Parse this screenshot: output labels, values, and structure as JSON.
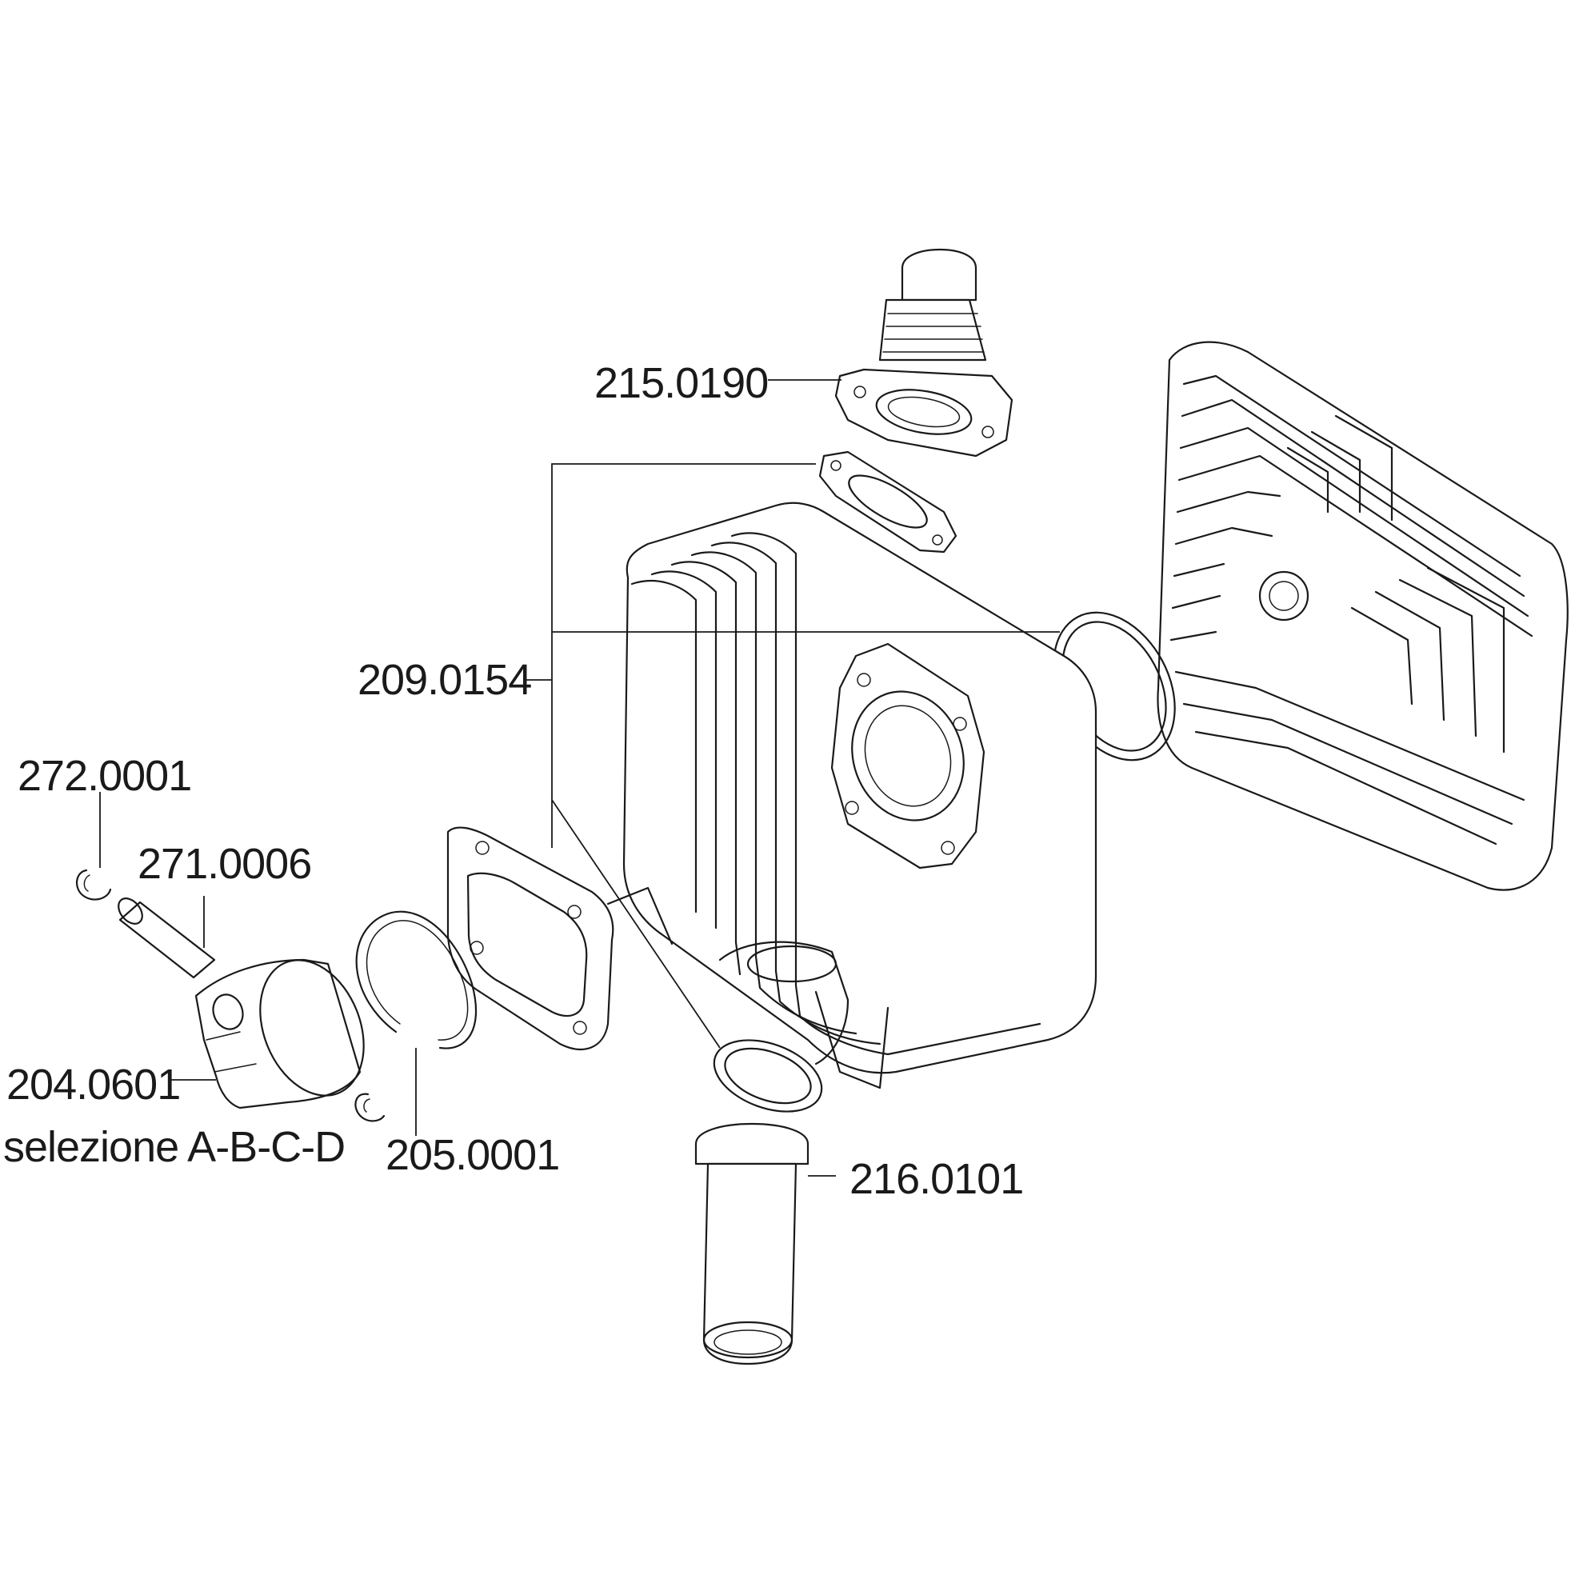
{
  "labels": {
    "intake_manifold": "215.0190",
    "gasket_set": "209.0154",
    "circlip": "272.0001",
    "piston_pin": "271.0006",
    "piston": "204.0601",
    "piston_selection": "selezione A-B-C-D",
    "piston_ring": "205.0001",
    "exhaust_sleeve": "216.0101"
  }
}
